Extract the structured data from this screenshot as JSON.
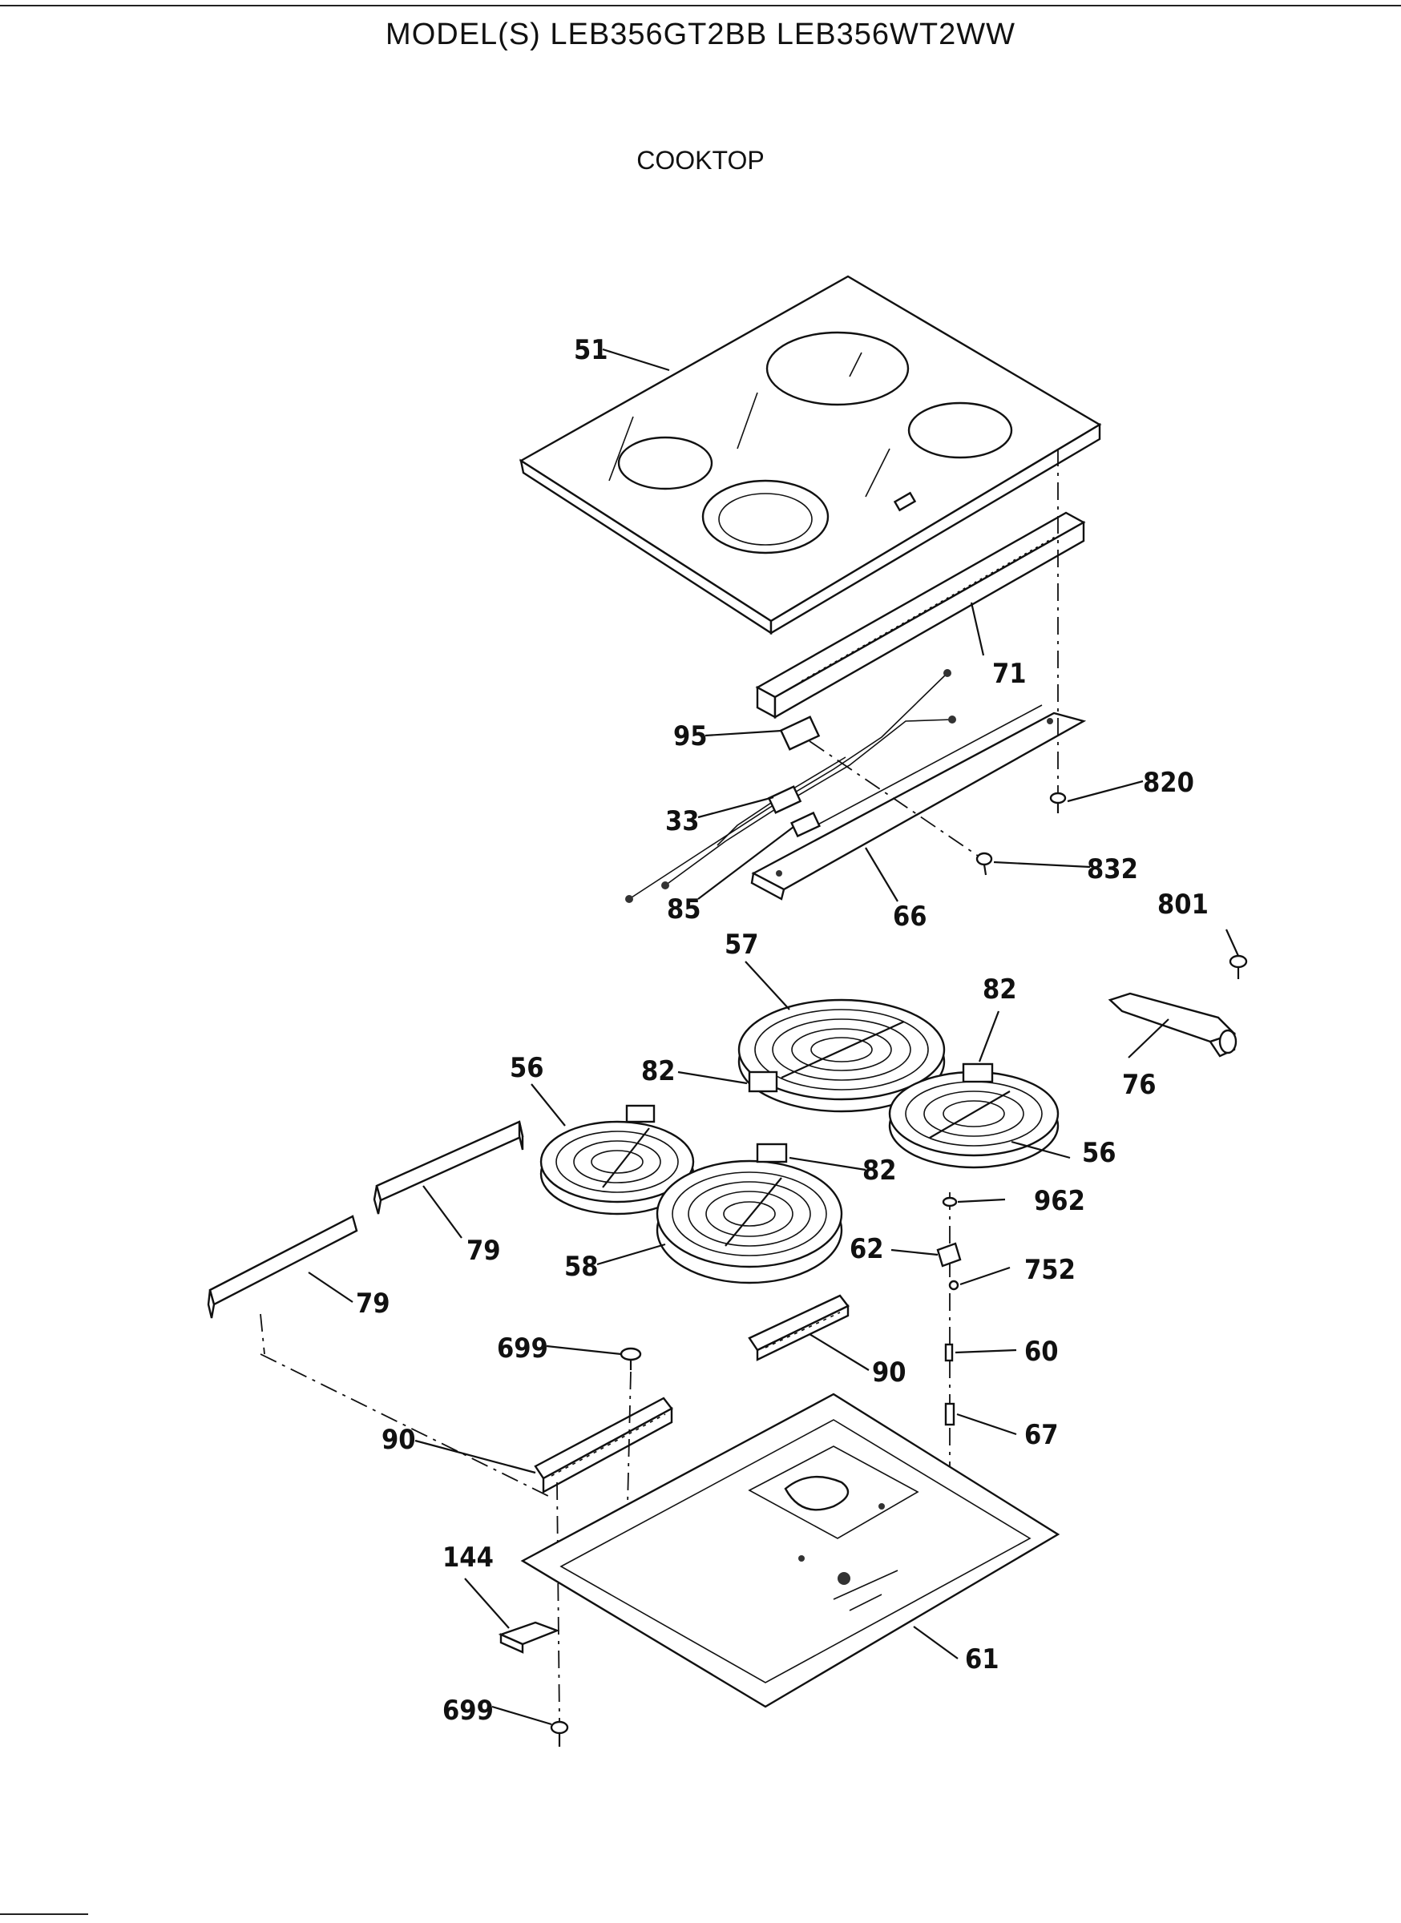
{
  "header": {
    "title": "MODEL(S) LEB356GT2BB  LEB356WT2WW",
    "section": "COOKTOP"
  },
  "callouts": {
    "c51": "51",
    "c71": "71",
    "c95": "95",
    "c33": "33",
    "c85": "85",
    "c66": "66",
    "c820": "820",
    "c832": "832",
    "c801": "801",
    "c76": "76",
    "c57": "57",
    "c82a": "82",
    "c82b": "82",
    "c82c": "82",
    "c56a": "56",
    "c56b": "56",
    "c58": "58",
    "c79a": "79",
    "c79b": "79",
    "c962": "962",
    "c62": "62",
    "c752": "752",
    "c60": "60",
    "c67": "67",
    "c699a": "699",
    "c699b": "699",
    "c90a": "90",
    "c90b": "90",
    "c144": "144",
    "c61": "61"
  }
}
